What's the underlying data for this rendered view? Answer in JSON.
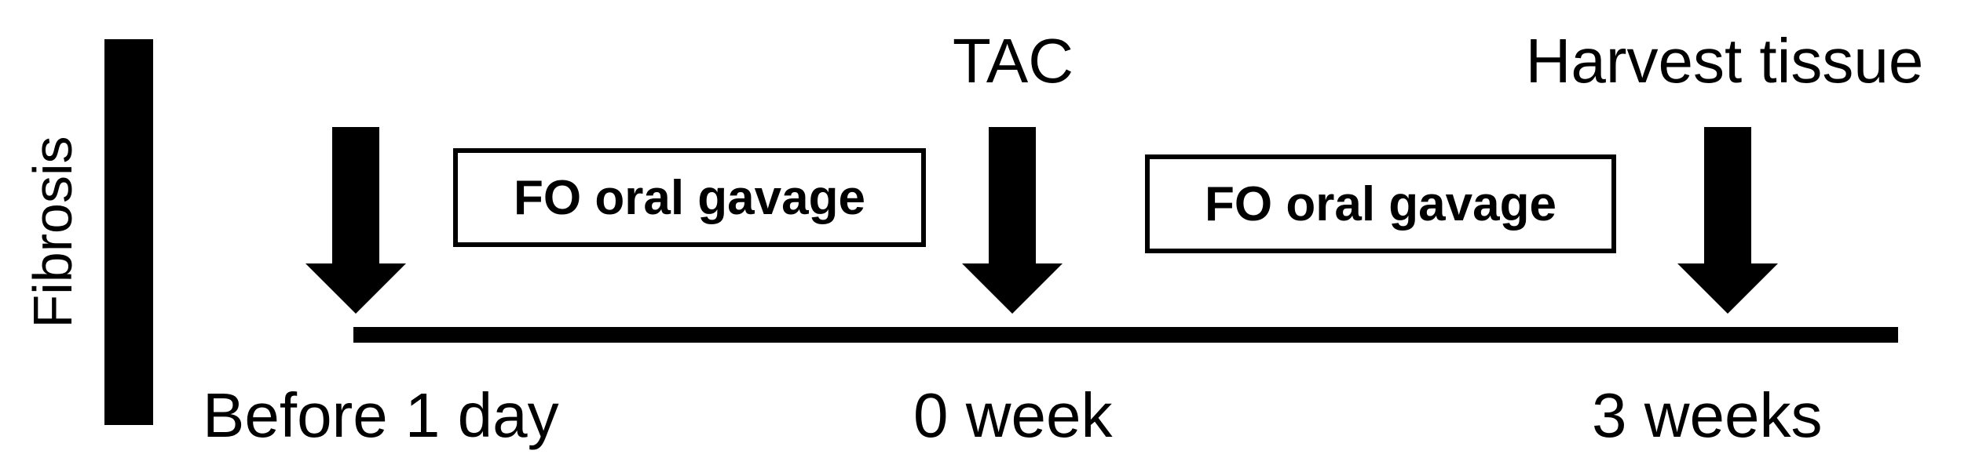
{
  "side_label": "Fibrosis",
  "events": {
    "tac": "TAC",
    "harvest": "Harvest tissue"
  },
  "boxes": [
    "FO oral gavage",
    "FO oral gavage"
  ],
  "time_labels": [
    "Before 1 day",
    "0 week",
    "3 weeks"
  ],
  "colors": {
    "ink": "#000000",
    "background": "#ffffff"
  }
}
